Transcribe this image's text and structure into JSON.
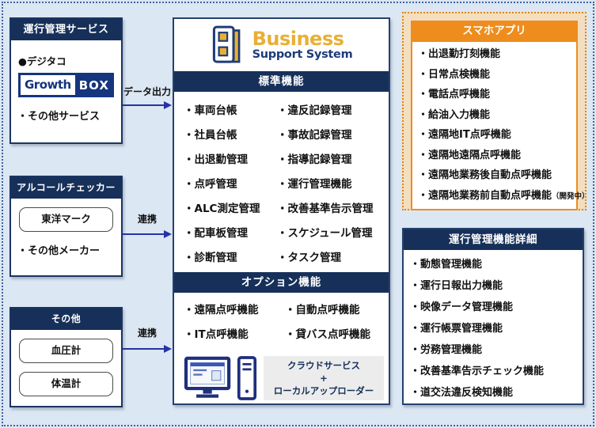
{
  "palette": {
    "navy": "#16305a",
    "navy_border": "#1a3561",
    "orange": "#ee8d1d",
    "tan": "#f3dfc0",
    "background": "#dbe7f3",
    "gold": "#e9af35",
    "arrow_blue": "#2732a5",
    "infra_gray": "#ececec"
  },
  "left_panels": [
    {
      "title": "運行管理サービス",
      "lead": "●デジタコ",
      "logo_growth": "Growth",
      "logo_box": "BOX",
      "footer_item": "・その他サービス",
      "arrow_label": "データ出力"
    },
    {
      "title": "アルコールチェッカー",
      "chips": [
        "東洋マーク"
      ],
      "footer_item": "・その他メーカー",
      "arrow_label": "連携"
    },
    {
      "title": "その他",
      "chips": [
        "血圧計",
        "体温計"
      ],
      "arrow_label": "連携"
    }
  ],
  "center": {
    "logo_title": "Business",
    "logo_subtitle": "Support System",
    "standard_title": "標準機能",
    "standard_col1": [
      "・車両台帳",
      "・社員台帳",
      "・出退勤管理",
      "・点呼管理",
      "・ALC測定管理",
      "・配車板管理",
      "・診断管理"
    ],
    "standard_col2": [
      "・違反記録管理",
      "・事故記録管理",
      "・指導記録管理",
      "・運行管理機能",
      "・改善基準告示管理",
      "・スケジュール管理",
      "・タスク管理"
    ],
    "option_title": "オプション機能",
    "option_col1": [
      "・遠隔点呼機能",
      "・IT点呼機能"
    ],
    "option_col2": [
      "・自動点呼機能",
      "・貸バス点呼機能"
    ],
    "infra_lines": [
      "クラウドサービス",
      "+",
      "ローカルアップローダー"
    ]
  },
  "right": {
    "app": {
      "title": "スマホアプリ",
      "items": [
        {
          "text": "・出退勤打刻機能"
        },
        {
          "text": "・日常点検機能"
        },
        {
          "text": "・電話点呼機能"
        },
        {
          "text": "・給油入力機能"
        },
        {
          "text": "・遠隔地IT点呼機能"
        },
        {
          "text": "・遠隔地遠隔点呼機能"
        },
        {
          "text": "・遠隔地業務後自動点呼機能"
        },
        {
          "text": "・遠隔地業務前自動点呼機能",
          "note": "（開発中）"
        }
      ]
    },
    "detail": {
      "title": "運行管理機能詳細",
      "items": [
        {
          "text": "・動態管理機能"
        },
        {
          "text": "・運行日報出力機能"
        },
        {
          "text": "・映像データ管理機能"
        },
        {
          "text": "・運行帳票管理機能"
        },
        {
          "text": "・労務管理機能"
        },
        {
          "text": "・改善基準告示チェック機能"
        },
        {
          "text": "・道交法違反検知機能"
        }
      ]
    }
  }
}
